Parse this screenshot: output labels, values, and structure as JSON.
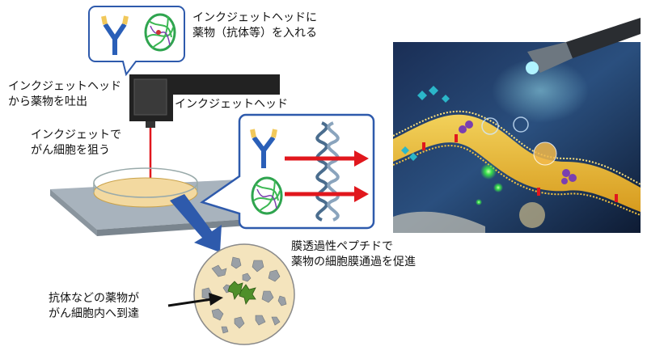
{
  "callout_top": {
    "line1": "インクジェットヘッドに",
    "line2": "薬物（抗体等）を入れる"
  },
  "label_eject": {
    "line1": "インクジェットヘッド",
    "line2": "から薬物を吐出"
  },
  "label_head": "インクジェットヘッド",
  "label_target": {
    "line1": "インクジェットで",
    "line2": "がん細胞を狙う"
  },
  "label_peptide": {
    "line1": "膜透過性ペプチドで",
    "line2": "薬物の細胞膜通過を促進"
  },
  "label_reach": {
    "line1": "抗体などの薬物が",
    "line2": "がん細胞内へ到達"
  },
  "colors": {
    "arrow_red": "#e1171d",
    "arrow_blue": "#2e5aac",
    "head_black": "#222222",
    "dish_yellow": "#f3d9a0",
    "callout_border": "#2e5aac"
  },
  "icons": [
    "antibody-icon",
    "protein-icon",
    "peptide-helix-icon",
    "inkjet-head-icon",
    "petri-dish-icon",
    "cell-circle-icon",
    "membrane-illustration"
  ]
}
